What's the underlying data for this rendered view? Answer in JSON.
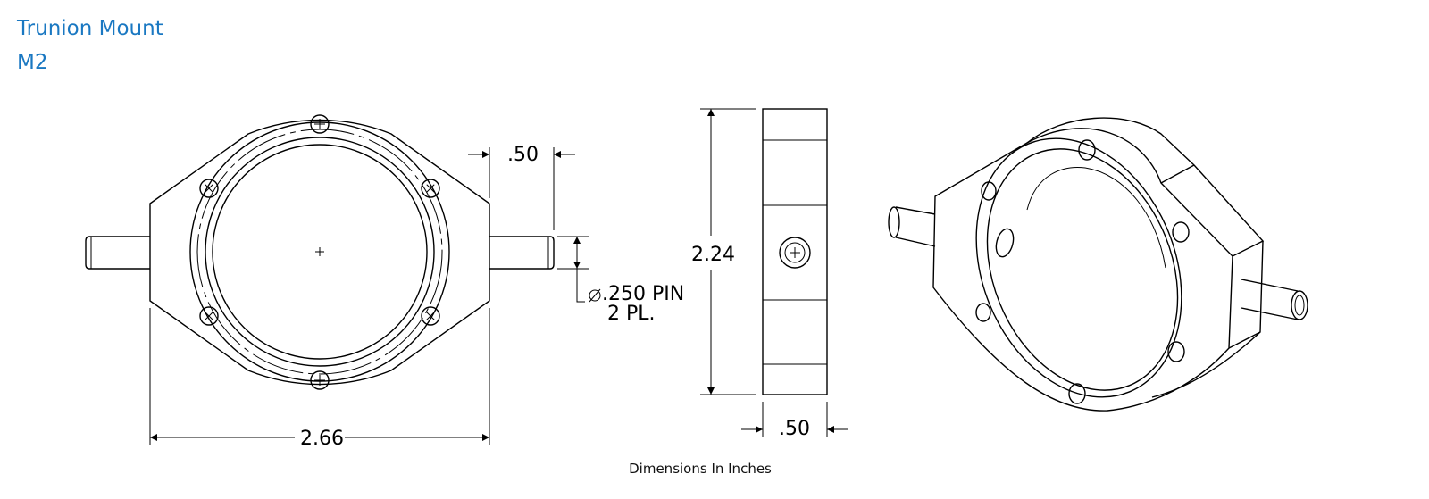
{
  "title": "Trunion Mount",
  "model": "M2",
  "dimensions": {
    "pin_offset": ".50",
    "pin_diameter": ".250 PIN",
    "pin_count": "2 PL.",
    "height": "2.24",
    "width": "2.66",
    "thickness": ".50"
  },
  "footer": "Dimensions In Inches"
}
